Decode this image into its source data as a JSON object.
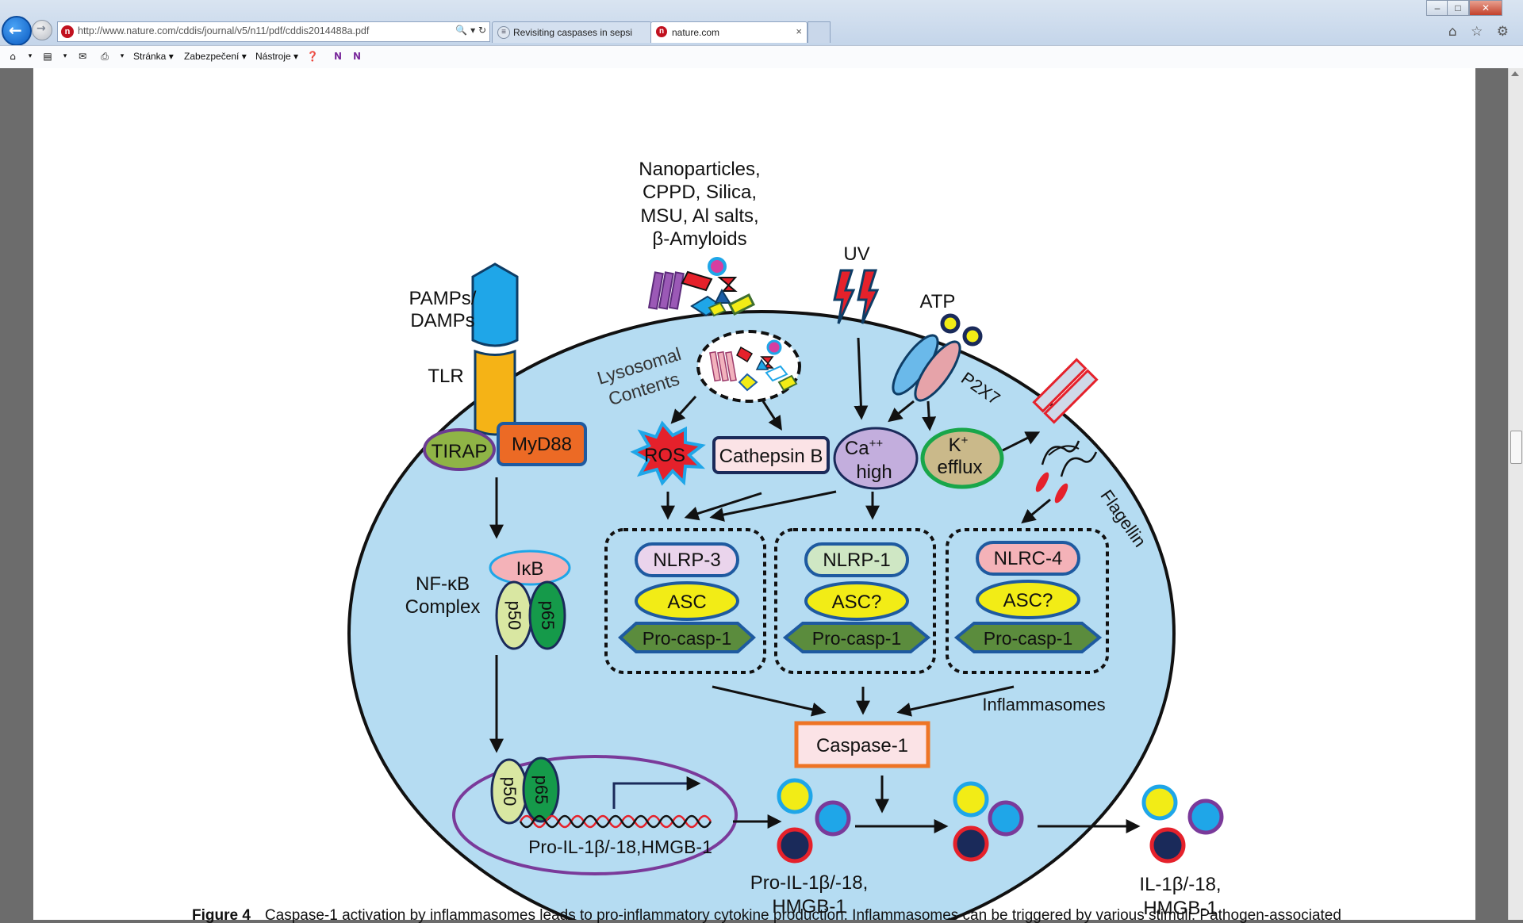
{
  "browser": {
    "address_url": "http://www.nature.com/cddis/journal/v5/n11/pdf/cddis2014488a.pdf",
    "address_tools": "🔍 ▾ ↻",
    "tabs": [
      {
        "label": "Revisiting caspases in sepsis. - ...",
        "icon": "document-icon"
      },
      {
        "label": "nature.com",
        "icon": "nature-site-icon",
        "close": "×"
      }
    ],
    "win_controls": [
      "–",
      "□",
      "✕"
    ],
    "right_icons": "⌂ ☆ ⚙"
  },
  "command_bar": {
    "stranka": "Stránka ▾",
    "zabezpeceni": "Zabezpečení ▾",
    "nastroje": "Nástroje ▾"
  },
  "figure": {
    "stimuli": {
      "particles_line1": "Nanoparticles,",
      "particles_line2": "CPPD, Silica,",
      "particles_line3": "MSU, Al salts,",
      "particles_line4": "β-Amyloids",
      "uv": "UV",
      "atp": "ATP",
      "pamps_line1": "PAMPs/",
      "pamps_line2": "DAMPs",
      "tlr": "TLR"
    },
    "labels": {
      "tirap": "TIRAP",
      "myd88": "MyD88",
      "lysosomal_line1": "Lysosomal",
      "lysosomal_line2": "Contents",
      "p2x7": "P2X7",
      "ros": "ROS",
      "cathepsin": "Cathepsin B",
      "ca_line1": "Ca",
      "ca_sup": "++",
      "ca_line2": "high",
      "k": "K",
      "k_sup": "+",
      "efflux": "efflux",
      "flagellin": "Flagellin",
      "nfkb_line1": "NF-κB",
      "nfkb_line2": "Complex",
      "ikb": "IκB",
      "p50": "p50",
      "p65": "p65",
      "gene": "Pro-IL-1β/-18,HMGB-1",
      "inflammasomes": "Inflammasomes",
      "caspase1": "Caspase-1",
      "pro_out_line1": "Pro-IL-1β/-18,",
      "pro_out_line2": "HMGB-1",
      "final_line1": "IL-1β/-18,",
      "final_line2": "HMGB-1"
    },
    "inflammasomes": [
      {
        "sensor": "NLRP-3",
        "adaptor": "ASC",
        "caspase": "Pro-casp-1"
      },
      {
        "sensor": "NLRP-1",
        "adaptor": "ASC?",
        "caspase": "Pro-casp-1"
      },
      {
        "sensor": "NLRC-4",
        "adaptor": "ASC?",
        "caspase": "Pro-casp-1"
      }
    ],
    "colors": {
      "cell": "#b5dcf2",
      "tlr_top": "#1fa6e8",
      "tlr_bottom": "#f5b316",
      "tirap": "#8fb446",
      "myd88": "#ec6a25",
      "ros": "#e5212b",
      "caspase_border": "#ee7425",
      "nlrp3": "#ead4ec",
      "nlrp1": "#cfe7c4",
      "nlrc4": "#f4b2b8",
      "asc": "#f2ec16",
      "procasp": "#5b8c3d"
    }
  },
  "caption": {
    "label": "Figure 4",
    "text": "Caspase-1 activation by inflammasomes leads to pro-inflammatory cytokine production: Inflammasomes can be triggered by various stimuli. Pathogen-associated"
  }
}
